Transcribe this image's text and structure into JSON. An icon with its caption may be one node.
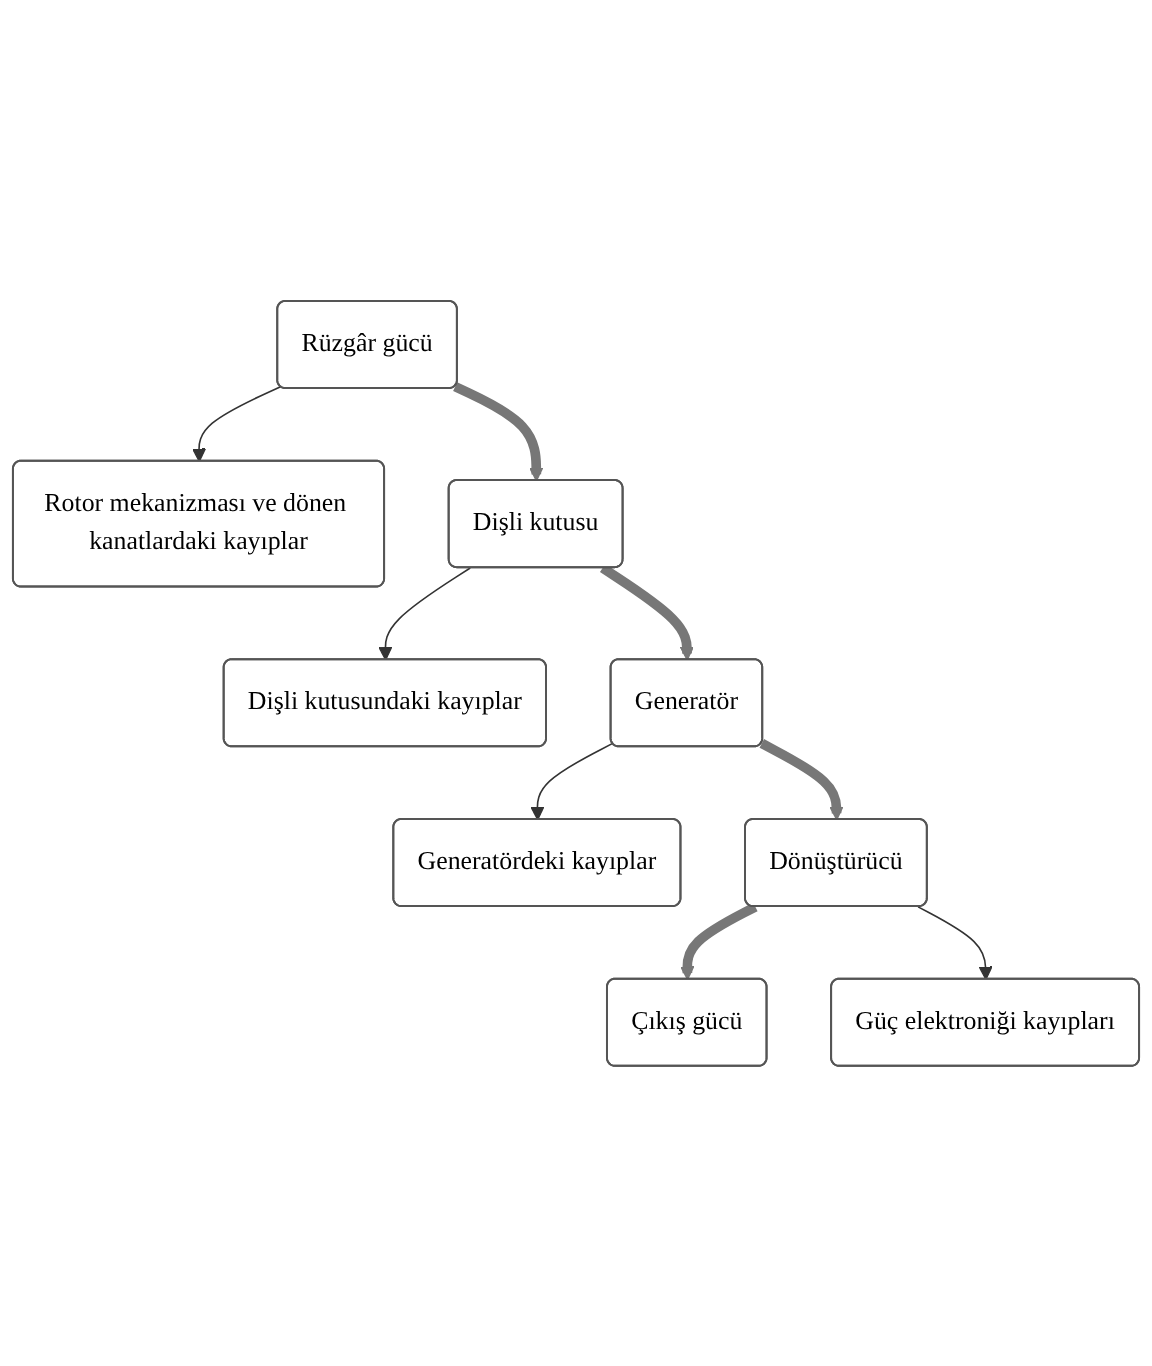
{
  "diagram": {
    "nodes": [
      {
        "text": [
          "Rüzgâr gücü"
        ]
      },
      {
        "text": [
          "Rotor mekanizması ve dönen kanatlardaki kayıplar"
        ]
      },
      {
        "text": [
          "Dişli kutusu"
        ]
      },
      {
        "text": [
          "Dişli kutusundaki kayıplar"
        ]
      },
      {
        "text": [
          "Generatör"
        ]
      },
      {
        "text": [
          "Generatördeki kayıplar"
        ]
      },
      {
        "text": [
          "Dönüştürücü"
        ]
      },
      {
        "text": [
          "Güç elektroniği kayıpları"
        ]
      },
      {
        "text": [
          "Çıkış gücü"
        ]
      }
    ],
    "edges": [
      {
        "from": 0,
        "to": 2,
        "arrow": "to",
        "style": "thick"
      },
      {
        "from": 0,
        "to": 1,
        "arrow": "to"
      },
      {
        "from": 2,
        "to": 4,
        "arrow": "to",
        "style": "thick"
      },
      {
        "from": 2,
        "to": 3,
        "arrow": "to"
      },
      {
        "from": 4,
        "to": 6,
        "arrow": "to",
        "style": "thick"
      },
      {
        "from": 4,
        "to": 5,
        "arrow": "to"
      },
      {
        "from": 6,
        "to": 8,
        "arrow": "to",
        "style": "thick"
      },
      {
        "from": 6,
        "to": 7,
        "arrow": "to"
      }
    ]
  }
}
